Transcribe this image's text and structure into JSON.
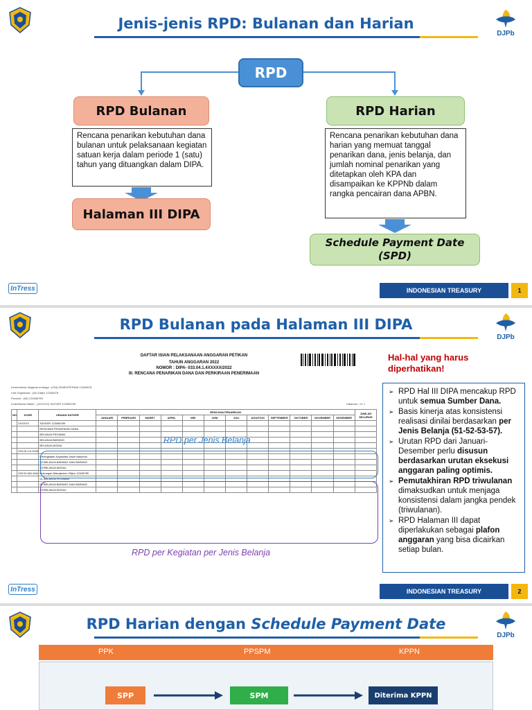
{
  "slide1": {
    "title": "Jenis-jenis RPD: Bulanan dan Harian",
    "djpb_logo_text": "DJPb",
    "rpd_box": "RPD",
    "bulanan_box": "RPD Bulanan",
    "harian_box": "RPD Harian",
    "bulanan_desc": "Rencana penarikan kebutuhan dana bulanan untuk pelaksanaan kegiatan satuan kerja dalam periode 1 (satu) tahun yang dituangkan dalam DIPA.",
    "harian_desc": "Rencana penarikan kebutuhan dana harian yang memuat tanggal penarikan dana, jenis belanja, dan jumlah nominal penarikan yang ditetapkan oleh KPA dan disampaikan ke KPPNb dalam rangka pencairan dana APBN.",
    "halaman_box": "Halaman III DIPA",
    "spd_line1": "Schedule Payment Date",
    "spd_line2": "(SPD)",
    "footer_label": "INDONESIAN TREASURY",
    "page_number": "1",
    "intress": "InTress"
  },
  "slide2": {
    "title": "RPD Bulanan pada Halaman III DIPA",
    "djpb_logo_text": "DJPb",
    "doc_title1": "DAFTAR ISIAN PELAKSANAAN ANGGARAN PETIKAN",
    "doc_title2": "TAHUN ANGGARAN 2022",
    "doc_title3": "NOMOR : DIPA- 033.04.1.4XXXXX/2022",
    "doc_title4": "III. RENCANA PENARIKAN DANA DAN PERKIRAAN PENERIMAAN",
    "meta": [
      "Kementerian Negara/Lembaga : (033) KEMENTERIAN 12345678",
      "Unit Organisasi : (04) Ditjen 12345678",
      "Provinsi : (06) 123456789",
      "Kode/Nama Satker : (4XXXXX) SATKER 123456789"
    ],
    "halaman_label": "Halaman : III. 1",
    "table": {
      "headers": [
        "NO",
        "KODE",
        "URAIAN SATKER"
      ],
      "group_header": "RENCANA PENARIKAN",
      "months": [
        "JANUARI",
        "FEBRUARI",
        "MARET",
        "APRIL",
        "MEI",
        "JUNI",
        "JULI",
        "AGUSTUS",
        "SEPTEMBER",
        "OKTOBER",
        "NOVEMBER",
        "DESEMBER"
      ],
      "total_header": "JUMLAH SELURUH",
      "rows": [
        [
          "",
          "4XXXXX",
          "SATKER 123456789"
        ],
        [
          "",
          "",
          "RENCANA PENARIKAN DANA"
        ],
        [
          "",
          "",
          "BELANJA PEGAWAI"
        ],
        [
          "",
          "",
          "BELANJA BARANG"
        ],
        [
          "",
          "",
          "BELANJA MODAL"
        ],
        [
          "",
          "033.04.CA.3405",
          ""
        ],
        [
          "",
          "",
          "Peningkatan Kapasitas Jalan Nasional"
        ],
        [
          "",
          "",
          "52 BELANJA BARANG DAN BARANG"
        ],
        [
          "",
          "",
          "53 BELANJA MODAL"
        ],
        [
          "",
          "033.04.WA.4484",
          "Dukungan Manajemen Ditjen 12345789"
        ],
        [
          "",
          "",
          "51 BELANJA PEGAWAI"
        ],
        [
          "",
          "",
          "52 BELANJA BARANG DAN BARANG"
        ],
        [
          "",
          "",
          "53 BELANJA MODAL"
        ]
      ]
    },
    "annot_jenis": "RPD per Jenis Belanja",
    "annot_kegiatan": "RPD per Kegiatan per Jenis Belanja",
    "notes_heading": "Hal-hal yang harus diperhatikan!",
    "notes": [
      [
        "RPD Hal III DIPA mencakup RPD untuk ",
        "semua Sumber Dana.",
        ""
      ],
      [
        "Basis kinerja atas konsistensi realisasi dinilai berdasarkan ",
        "per Jenis Belanja (51-52-53-57).",
        ""
      ],
      [
        "Urutan RPD dari Januari-Desember perlu ",
        "disusun berdasarkan urutan eksekusi anggaran paling optimis.",
        ""
      ],
      [
        "",
        "Pemutakhiran RPD triwulanan",
        " dimaksudkan untuk menjaga konsistensi dalam jangka pendek (triwulanan)."
      ],
      [
        "RPD Halaman III dapat diperlakukan sebagai ",
        "plafon anggaran",
        " yang bisa dicairkan setiap bulan."
      ]
    ],
    "footer_label": "INDONESIAN TREASURY",
    "page_number": "2",
    "intress": "InTress"
  },
  "slide3": {
    "title_plain": "RPD Harian dengan ",
    "title_italic": "Schedule Payment Date",
    "djpb_logo_text": "DJPb",
    "columns": [
      "PPK",
      "PPSPM",
      "KPPN"
    ],
    "flow": [
      "SPP",
      "SPM",
      "Diterima KPPN"
    ]
  },
  "colors": {
    "title_blue": "#1f5fa8",
    "rpd_blue": "#4a90d6",
    "orange_box": "#f4b19a",
    "green_box": "#c9e3b3",
    "header_orange": "#f07c3a",
    "treasury_blue": "#1a4f96",
    "accent_gold": "#f2b80f"
  }
}
